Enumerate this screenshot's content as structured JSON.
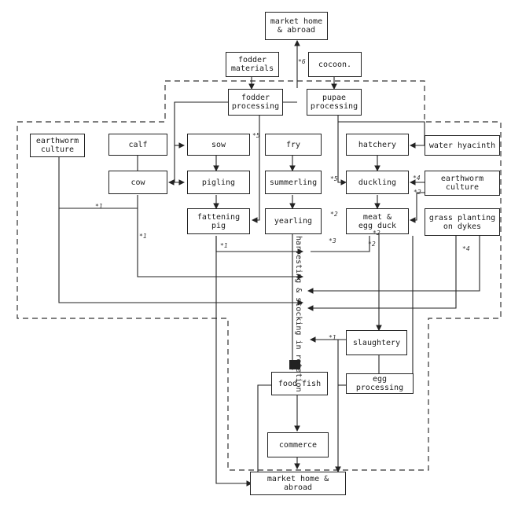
{
  "nodes": {
    "market_top": "market home\n& abroad",
    "fodder_materials": "fodder\nmaterials",
    "cocoon": "cocoon.",
    "fodder_processing": "fodder\nprocessing",
    "pupae_processing": "pupae\nprocessing",
    "earthworm_culture_left": "earthworm\nculture",
    "calf": "calf",
    "sow": "sow",
    "fry": "fry",
    "hatchery": "hatchery",
    "water_hyacinth": "water hyacinth",
    "cow": "cow",
    "pigling": "pigling",
    "summerling": "summerling",
    "duckling": "duckling",
    "earthworm_culture_right": "earthworm\nculture",
    "fattening_pig": "fattening pig",
    "yearling": "yearling",
    "meat_egg_duck": "meat &\negg duck",
    "grass_planting": "grass planting\non dykes",
    "slaughtery": "slaughtery",
    "food_fish": "food fish",
    "egg_processing": "egg processing",
    "commerce": "commerce",
    "market_bottom": "market home & abroad"
  },
  "vertical_label": "harvesting & stocking in rotation",
  "markers": {
    "a": "*6",
    "b": "*5",
    "c": "*1",
    "d": "*1",
    "e": "*1",
    "f": "*3",
    "g": "*2",
    "h": "*4",
    "i": "*5",
    "j": "*2",
    "k": "*2",
    "l": "*4",
    "m": "*2",
    "n": "*1"
  }
}
